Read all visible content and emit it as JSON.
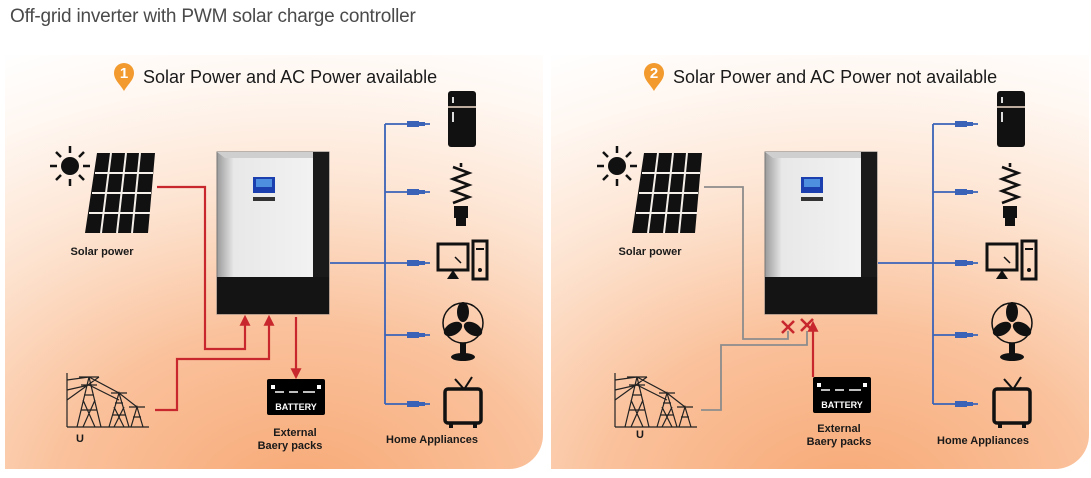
{
  "title": "Off-grid inverter with PWM solar charge controller",
  "panels": [
    {
      "number": "1",
      "heading": "Solar Power and AC Power available",
      "solar_label": "Solar power",
      "grid_label": "U",
      "battery_text": "BATTERY",
      "battery_label_1": "External",
      "battery_label_2": "Baery packs",
      "appliances_label": "Home Appliances"
    },
    {
      "number": "2",
      "heading": "Solar Power and AC Power not available",
      "solar_label": "Solar power",
      "grid_label": "U",
      "battery_text": "BATTERY",
      "battery_label_1": "External",
      "battery_label_2": "Baery packs",
      "appliances_label": "Home Appliances"
    }
  ],
  "colors": {
    "active_flow": "#c8282d",
    "inactive_flow": "#8c8c8c",
    "appliance_line": "#3a63b8",
    "badge": "#f29a2e"
  },
  "icons": [
    "sun-icon",
    "solar-panel-icon",
    "inverter-icon",
    "battery-icon",
    "power-tower-icon",
    "plug-icon",
    "fridge-icon",
    "bulb-icon",
    "computer-icon",
    "fan-icon",
    "tv-icon",
    "cross-icon"
  ]
}
